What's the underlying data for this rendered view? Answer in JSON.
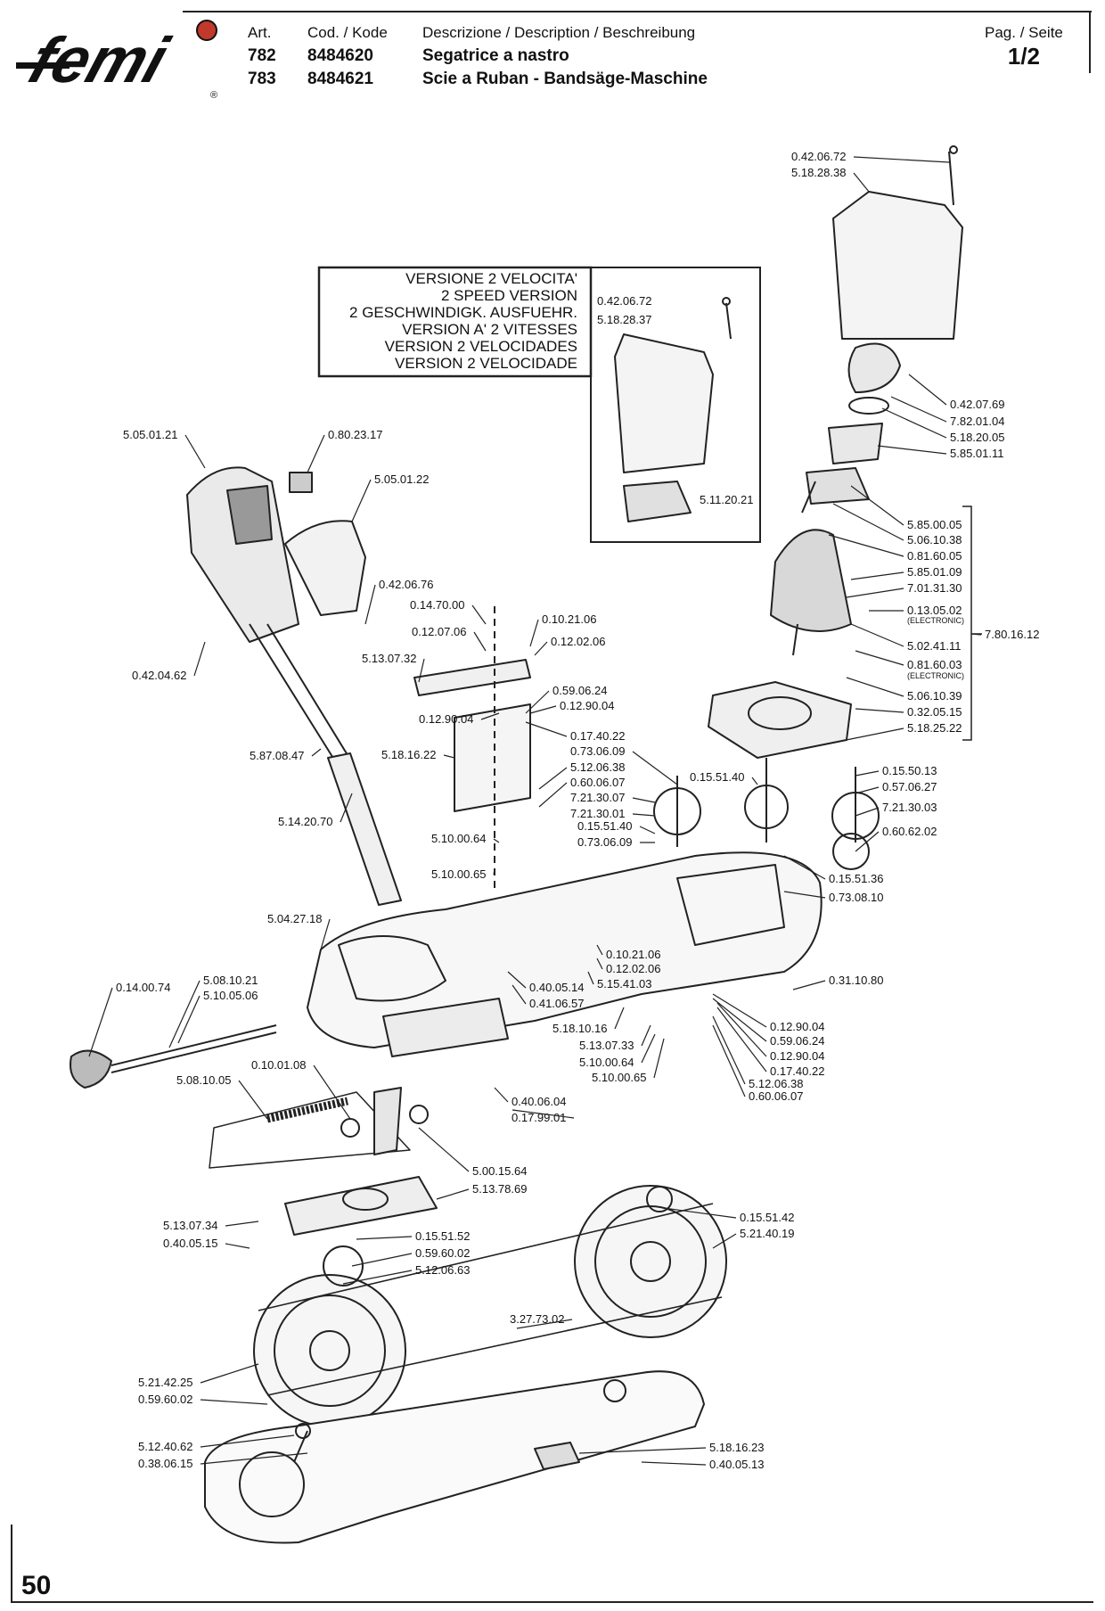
{
  "header": {
    "brand": "femi",
    "art_label": "Art.",
    "art_values": [
      "782",
      "783"
    ],
    "cod_label": "Cod. / Kode",
    "cod_values": [
      "8484620",
      "8484621"
    ],
    "desc_label": "Descrizione / Description / Beschreibung",
    "desc_values": [
      "Segatrice a nastro",
      "Scie a Ruban - Bandsäge-Maschine"
    ],
    "page_label": "Pag. / Seite",
    "page_value": "1/2"
  },
  "version_box": {
    "lines": [
      "VERSIONE 2 VELOCITA'",
      "2 SPEED VERSION",
      "2 GESCHWINDIGK. AUSFUEHR.",
      "VERSION A' 2 VITESSES",
      "VERSION 2 VELOCIDADES",
      "VERSION 2 VELOCIDADE"
    ],
    "inset_parts": [
      "0.42.06.72",
      "5.18.28.37",
      "5.11.20.21"
    ]
  },
  "parts": [
    "0.42.06.72",
    "5.18.28.38",
    "0.42.07.69",
    "7.82.01.04",
    "5.18.20.05",
    "5.85.01.11",
    "5.85.00.05",
    "5.06.10.38",
    "0.81.60.05",
    "5.85.01.09",
    "7.01.31.30",
    "0.13.05.02",
    "7.80.16.12",
    "5.02.41.11",
    "0.81.60.03",
    "5.06.10.39",
    "0.32.05.15",
    "5.18.25.22",
    "5.05.01.21",
    "0.80.23.17",
    "5.05.01.22",
    "0.42.06.76",
    "0.42.04.62",
    "0.14.70.00",
    "0.10.21.06",
    "0.12.07.06",
    "0.12.02.06",
    "5.13.07.32",
    "0.59.06.24",
    "0.12.90.04",
    "0.12.90.04",
    "0.17.40.22",
    "5.87.08.47",
    "5.18.16.22",
    "0.73.06.09",
    "5.12.06.38",
    "0.60.06.07",
    "7.21.30.07",
    "7.21.30.01",
    "0.15.51.40",
    "0.73.06.09",
    "0.15.51.40",
    "0.15.50.13",
    "0.57.06.27",
    "7.21.30.03",
    "0.60.62.02",
    "5.14.20.70",
    "5.10.00.64",
    "5.10.00.65",
    "0.15.51.36",
    "0.73.08.10",
    "5.04.27.18",
    "0.10.21.06",
    "0.12.02.06",
    "5.15.41.03",
    "0.40.05.14",
    "0.41.06.57",
    "0.31.10.80",
    "0.14.00.74",
    "5.08.10.21",
    "5.10.05.06",
    "5.18.10.16",
    "5.13.07.33",
    "5.10.00.64",
    "5.10.00.65",
    "0.12.90.04",
    "0.59.06.24",
    "0.12.90.04",
    "0.17.40.22",
    "5.12.06.38",
    "0.60.06.07",
    "5.08.10.05",
    "0.10.01.08",
    "0.40.06.04",
    "0.17.99.01",
    "5.00.15.64",
    "5.13.78.69",
    "5.13.07.34",
    "0.40.05.15",
    "0.15.51.52",
    "0.59.60.02",
    "5.12.06.63",
    "0.15.51.42",
    "5.21.40.19",
    "3.27.73.02",
    "5.21.42.25",
    "0.59.60.02",
    "5.12.40.62",
    "0.38.06.15",
    "5.18.16.23",
    "0.40.05.13"
  ],
  "sublabels": [
    "(ELECTRONIC)",
    "(ELECTRONIC)"
  ],
  "footer": {
    "page_number": "50"
  }
}
